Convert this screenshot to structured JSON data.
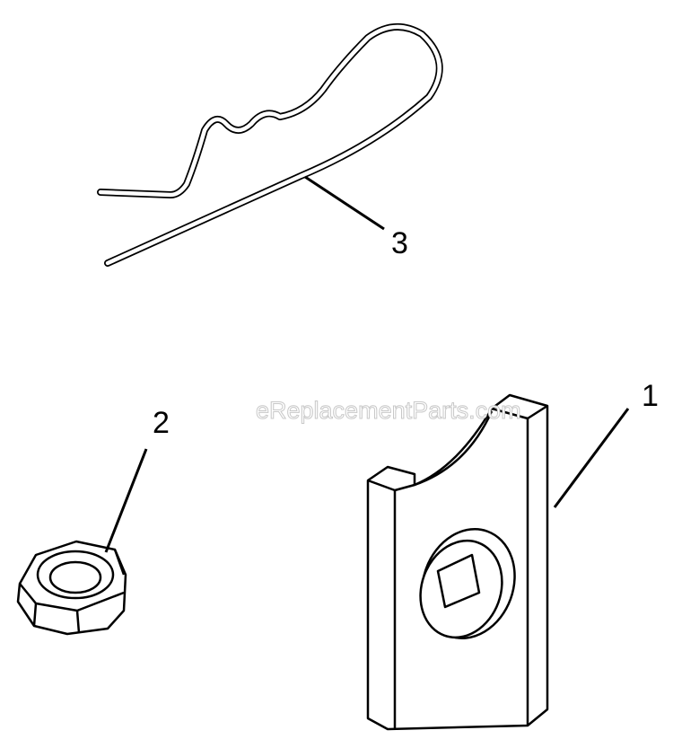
{
  "diagram": {
    "watermark": "eReplacementParts.com",
    "callouts": [
      {
        "number": "1",
        "part": "plate"
      },
      {
        "number": "2",
        "part": "nut"
      },
      {
        "number": "3",
        "part": "hairpin-clip"
      }
    ]
  }
}
